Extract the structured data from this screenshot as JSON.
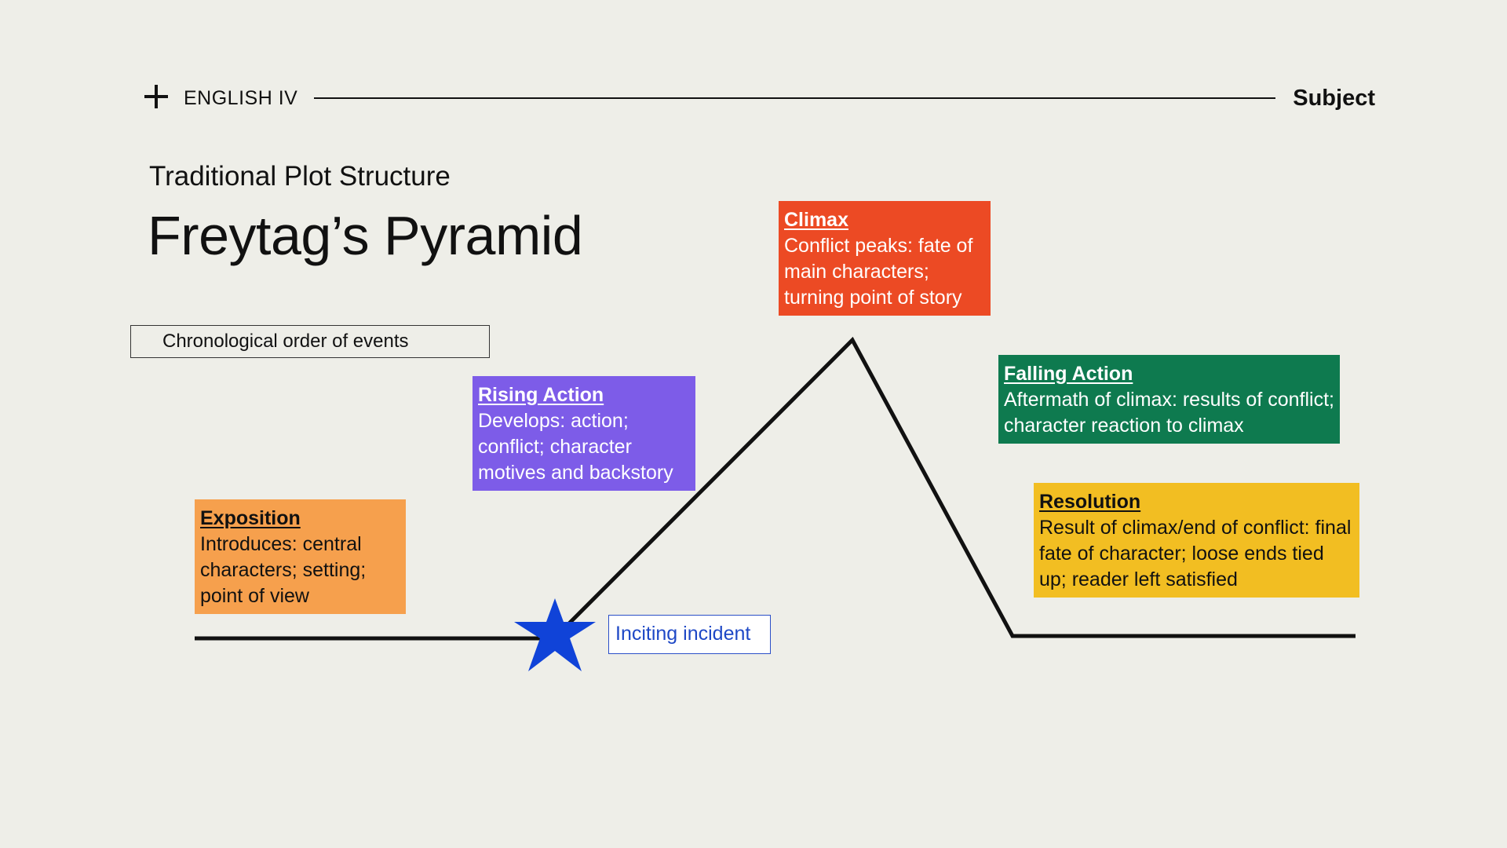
{
  "header": {
    "course": "ENGLISH IV",
    "subject": "Subject",
    "plus_icon": "plus-icon"
  },
  "titles": {
    "subtitle": "Traditional Plot Structure",
    "title": "Freytag’s Pyramid"
  },
  "chronology_label": "Chronological order of events",
  "stages": {
    "exposition": {
      "heading": "Exposition",
      "body": "Introduces: central characters; setting; point of view",
      "color": "#F6A04D"
    },
    "rising_action": {
      "heading": "Rising Action",
      "body": "Develops: action; conflict; character motives and backstory",
      "color": "#7D5CE8"
    },
    "climax": {
      "heading": "Climax",
      "body": "Conflict peaks: fate of main characters; turning point of story",
      "color": "#EC4A24"
    },
    "falling_action": {
      "heading": "Falling Action",
      "body": "Aftermath of climax: results of conflict; character reaction to climax",
      "color": "#0E7A4F"
    },
    "resolution": {
      "heading": "Resolution",
      "body": "Result of climax/end of conflict: final fate of character; loose ends tied up; reader left satisfied",
      "color": "#F2BE22"
    }
  },
  "inciting_incident": {
    "label": "Inciting incident",
    "icon": "star-icon",
    "color": "#1043D8"
  },
  "colors": {
    "background": "#EEEEE8",
    "line": "#111111"
  }
}
